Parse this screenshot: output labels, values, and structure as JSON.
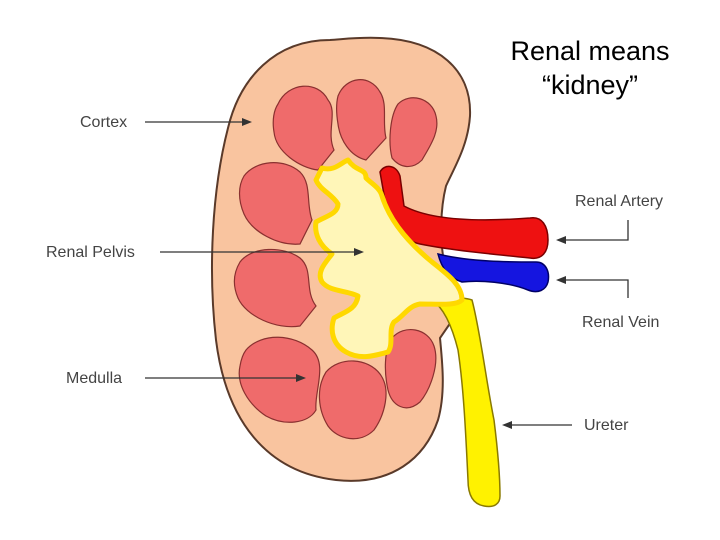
{
  "title": {
    "line1": "Renal means",
    "line2": "“kidney”"
  },
  "labels": {
    "cortex": "Cortex",
    "renal_pelvis": "Renal Pelvis",
    "medulla": "Medulla",
    "renal_artery": "Renal Artery",
    "renal_vein": "Renal Vein",
    "ureter": "Ureter"
  },
  "colors": {
    "cortex": "#F9C49F",
    "medulla": "#EF6B6B",
    "pelvis": "#FFF6B8",
    "ureter": "#FFF200",
    "artery": "#EE1111",
    "vein": "#1515E0"
  }
}
